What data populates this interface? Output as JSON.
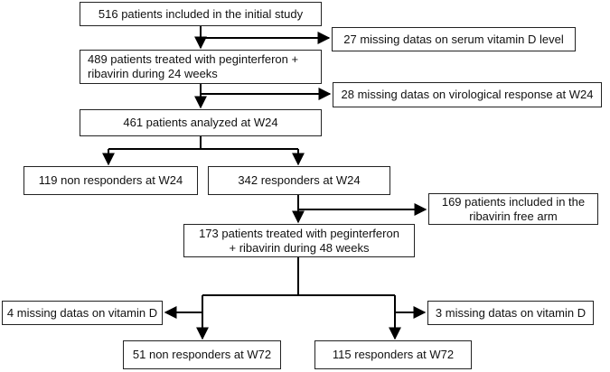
{
  "flowchart": {
    "boxes": {
      "initial": "516 patients included in the initial study",
      "missing_vitd_serum": "27 missing datas on serum vitamin D level",
      "treated_24w_line1": "489 patients treated with peginterferon +",
      "treated_24w_line2": "ribavirin during 24 weeks",
      "missing_virological": "28 missing datas on virological response at W24",
      "analyzed_w24": "461 patients analyzed at W24",
      "non_responders_w24": "119 non responders at W24",
      "responders_w24": "342 responders at W24",
      "ribavirin_free_line1": "169 patients included in the",
      "ribavirin_free_line2": "ribavirin free arm",
      "treated_48w_line1": "173 patients treated with peginterferon",
      "treated_48w_line2": "+ ribavirin during 48 weeks",
      "missing_vitd_left": "4 missing datas on vitamin D",
      "missing_vitd_right": "3 missing datas on vitamin D",
      "non_responders_w72": "51 non responders at W72",
      "responders_w72": "115 responders at W72"
    }
  }
}
